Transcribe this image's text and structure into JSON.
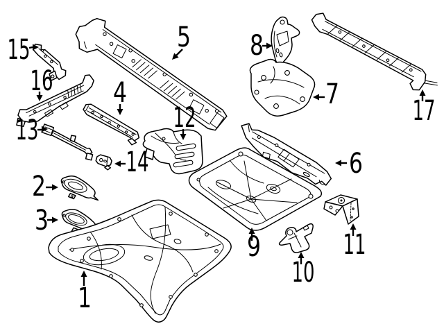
{
  "colors": {
    "background": "#ffffff",
    "line": "#000000",
    "label": "#000000"
  },
  "callouts": [
    {
      "label": "1"
    },
    {
      "label": "2"
    },
    {
      "label": "3"
    },
    {
      "label": "4"
    },
    {
      "label": "5"
    },
    {
      "label": "6"
    },
    {
      "label": "7"
    },
    {
      "label": "8"
    },
    {
      "label": "9"
    },
    {
      "label": "10"
    },
    {
      "label": "11"
    },
    {
      "label": "12"
    },
    {
      "label": "13"
    },
    {
      "label": "14"
    },
    {
      "label": "15"
    },
    {
      "label": "16"
    },
    {
      "label": "17"
    }
  ]
}
